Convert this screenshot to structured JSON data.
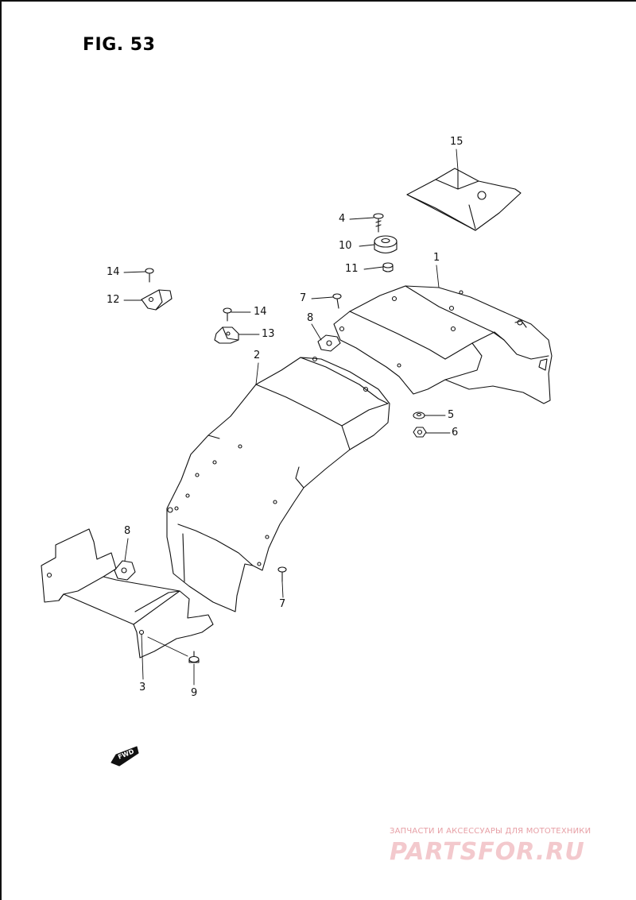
{
  "figure": {
    "title": "FIG. 53"
  },
  "callouts": [
    {
      "id": "part-15",
      "label": "15"
    },
    {
      "id": "part-4",
      "label": "4"
    },
    {
      "id": "part-10",
      "label": "10"
    },
    {
      "id": "part-11",
      "label": "11"
    },
    {
      "id": "part-1",
      "label": "1"
    },
    {
      "id": "part-14a",
      "label": "14"
    },
    {
      "id": "part-12",
      "label": "12"
    },
    {
      "id": "part-7a",
      "label": "7"
    },
    {
      "id": "part-14b",
      "label": "14"
    },
    {
      "id": "part-8a",
      "label": "8"
    },
    {
      "id": "part-13",
      "label": "13"
    },
    {
      "id": "part-2",
      "label": "2"
    },
    {
      "id": "part-5",
      "label": "5"
    },
    {
      "id": "part-6",
      "label": "6"
    },
    {
      "id": "part-8b",
      "label": "8"
    },
    {
      "id": "part-7b",
      "label": "7"
    },
    {
      "id": "part-3",
      "label": "3"
    },
    {
      "id": "part-9",
      "label": "9"
    }
  ],
  "direction_marker": {
    "label": "FWD"
  },
  "watermark": {
    "tagline": "ЗАПЧАСТИ И АКСЕССУАРЫ ДЛЯ МОТОТЕХНИКИ",
    "logo": "PARTSFOR.RU"
  }
}
